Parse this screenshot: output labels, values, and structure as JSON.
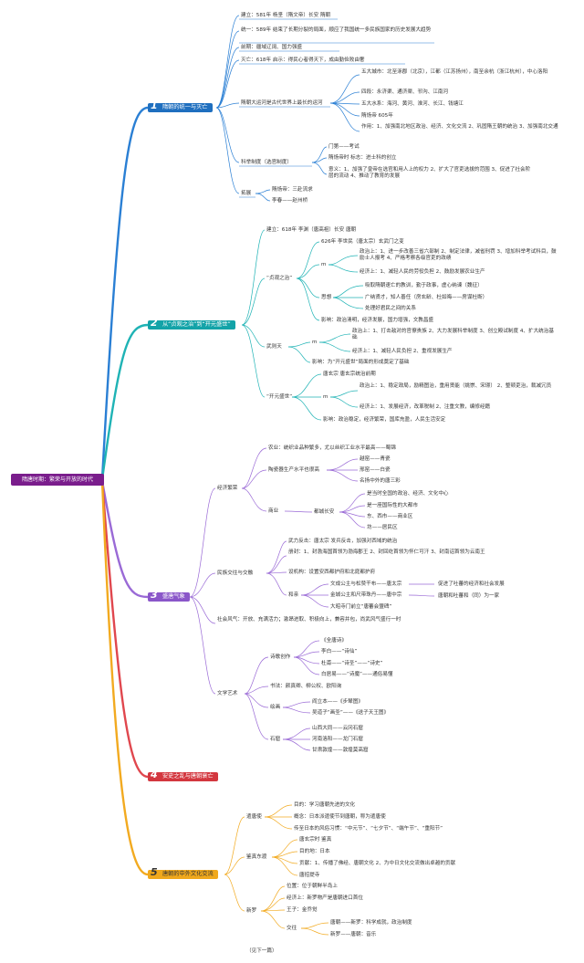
{
  "root": "隋唐时期：繁荣与开放的时代",
  "topics": {
    "t1": {
      "num": "1",
      "label": "隋朝的统一与灭亡"
    },
    "t2": {
      "num": "2",
      "label": "从“贞观之治”到“开元盛世”"
    },
    "t3": {
      "num": "3",
      "label": "盛唐气象"
    },
    "t4": {
      "num": "4",
      "label": "安史之乱与唐朝衰亡"
    },
    "t5": {
      "num": "5",
      "label": "唐朝的中外文化交流"
    }
  },
  "s1": {
    "a": "建立：581年 杨坚（隋文帝）长安 隋朝",
    "b": "统一：589年 结束了长期分裂的局面，顺应了我国统一多民族国家的历史发展大趋势",
    "c": "前期：疆域辽阔、国力强盛",
    "d": "灭亡：618年 启示：得民心者得天下，成由勤俭败由奢",
    "e": "隋朝大运河是古代世界上最长的运河",
    "e1": "五大城市：北至涿郡（北京），江都（江苏扬州），南至余杭（浙江杭州），中心洛阳",
    "e2": "四段：永济渠、通济渠、邗沟、江南河",
    "e3": "五大水系：海河、黄河、淮河、长江、钱塘江",
    "e4": "隋炀帝 605年",
    "e5": "作用：1、加强南北地区政治、经济、文化交流 2、巩固隋王朝的统治 3、加强南北交通",
    "f": "科举制度（选官制度）",
    "f1": "门第——考试",
    "f2": "隋炀帝时 标志：进士科的创立",
    "f3": "意义：1、加强了皇帝在选官和用人上的权力 2、扩大了官吏选拔的范围 3、促进了社会阶层的流动 4、推动了教育的发展",
    "g": "拓展",
    "g1": "隋炀帝：三赴流求",
    "g2": "李春——赵州桥"
  },
  "s2": {
    "a": "建立：618年 李渊（唐高祖）长安 唐朝",
    "b": "“贞观之治”",
    "b1": "626年 李世民（唐太宗）玄武门之变",
    "b2": "政治上：1、进一步改善三省六部制 2、制定法律，减省刑罚 3、增加科举考试科目，鼓励士人报考 4、严格考察各级官吏的政绩",
    "b3": "经济上：1、减轻人民的劳役负担 2、鼓励发展农业生产",
    "bm": "m",
    "b4": "思想",
    "b41": "吸取隋朝速亡的教训，勤于政事，虚心纳谏（魏征）",
    "b42": "广纳贤才，知人善任（房玄龄、杜如晦——房谋杜断）",
    "b43": "处理好君民之间的关系",
    "b5": "影响：政治清明，经济发展，国力增强，文教昌盛",
    "c": "武则天",
    "cm": "m",
    "c1": "政治上：1、打击敌对的官僚贵族 2、大力发展科举制度 3、创立殿试制度 4、扩大统治基础",
    "c2": "经济上：1、减轻人民负担 2、重视发展生产",
    "c3": "影响：为“开元盛世”局面的形成奠定了基础",
    "d": "“开元盛世”",
    "dm": "m",
    "d1": "唐玄宗 唐玄宗统治前期",
    "d2": "政治上：1、稳定政局，励精图治，重用贤能（姚崇、宋璟） 2、整顿吏治，裁减冗员",
    "d3": "经济上：1、发展经济，改革税制 2、注重文教，编修经籍",
    "d4": "影响：政治稳定，经济繁荣，国库充盈，人民生活安定"
  },
  "s3": {
    "a": "经济繁荣",
    "a1": "农业：统织业品种繁多，尤以丝织工业水平最高——蜀锦",
    "a2": "陶瓷器生产水平也很高",
    "a21": "越窑——青瓷",
    "a22": "邢窑——白瓷",
    "a23": "名扬中外的唐三彩",
    "a3": "商业",
    "a31": "都城长安",
    "a311": "是当时全国的政治、经济、文化中心",
    "a312": "是一座国际性的大都市",
    "a313": "东、西市——商业区",
    "a314": "坊——居民区",
    "b": "民族交往与交融",
    "b1": "武力反击：唐太宗 发兵反击，加强对西域的统治",
    "b2": "册封：1、封渤海国首领为渤海郡王 2、封回纥首领为怀仁可汗 3、封南诏首领为云南王",
    "b3": "设机构：设置安西都护府和北庭都护府",
    "b4": "和亲",
    "b41": "文成公主与松赞干布——唐太宗",
    "b42": "金城公主和尺带珠丹——唐中宗",
    "b43": "大昭寺门前立“唐蕃会盟碑”",
    "b411": "促进了吐蕃的经济和社会发展",
    "b421": "唐朝和吐蕃和（同）为一家",
    "c": "社会风气：开放、充满活力；激昂进取、积极向上，兼容并包，尚武风气盛行一时",
    "d": "文学艺术",
    "d1": "诗歌创作",
    "d11": "《全唐诗》",
    "d12": "李白——“诗仙”",
    "d13": "杜甫——“诗圣”——“诗史”",
    "d14": "白居易——“诗魔”——通俗易懂",
    "d2": "书法：颜真卿、柳公权、欧阳询",
    "d3": "绘画",
    "d31": "阎立本——《步辇图》",
    "d32": "吴道子“画圣”——《送子天王图》",
    "d4": "石窟",
    "d41": "山西大同——云冈石窟",
    "d42": "河南洛阳——龙门石窟",
    "d43": "甘肃敦煌——敦煌莫高窟"
  },
  "s5": {
    "a": "遣唐使",
    "a1": "目的：学习唐朝先进的文化",
    "a2": "概念：日本派遣使节到唐朝，称为遣唐使",
    "a3": "传至日本的风俗习惯：“中元节”、“七夕节”、“端午节”、“重阳节”",
    "b": "鉴真东渡",
    "b1": "唐玄宗时 鉴真",
    "b2": "目的地：日本",
    "b3": "贡献：1、传播了佛经、唐朝文化 2、为中日文化交流做出卓越的贡献",
    "b4": "唐招提寺",
    "c": "新罗",
    "c1": "位置：位于朝鲜半岛上",
    "c2": "经济上：新罗物产是唐朝进口首位",
    "c3": "王子：金乔觉",
    "c4": "交往",
    "c41": "唐朝——新罗：科学成就，政治制度",
    "c42": "新罗——唐朝：音乐"
  },
  "footer": "（见下一篇）"
}
